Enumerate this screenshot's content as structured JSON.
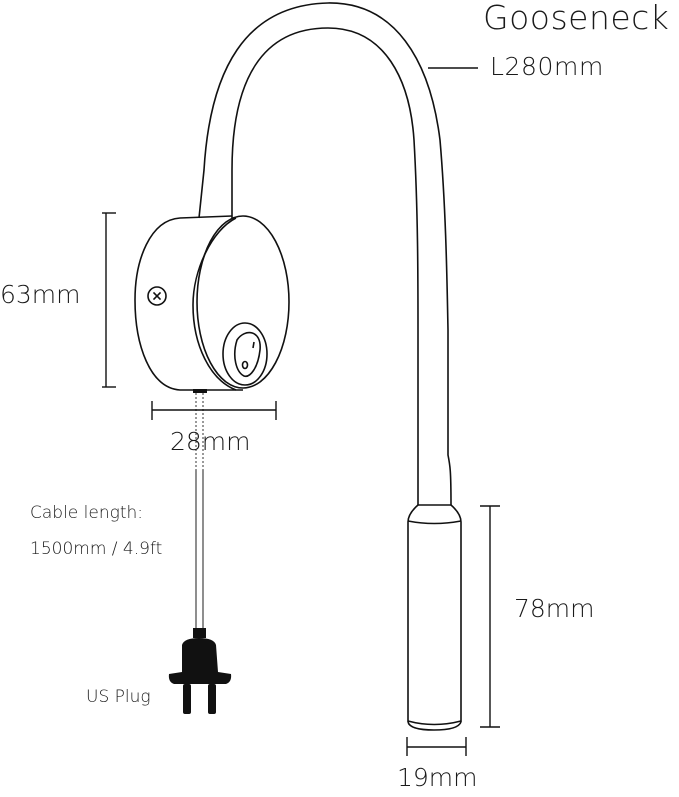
{
  "diagram": {
    "title": "Gooseneck",
    "subject": "Wall-mounted gooseneck reading lamp with rocker switch",
    "colors": {
      "line": "#111111",
      "background": "#ffffff",
      "text": "#1a1a1a"
    }
  },
  "labels": {
    "gooseneck_length": "L280mm",
    "base_height": "63mm",
    "base_depth": "28mm",
    "head_length": "78mm",
    "head_diameter": "19mm",
    "cable_label": "Cable length:",
    "cable_value": "1500mm / 4.9ft",
    "plug_type": "US Plug"
  },
  "components": [
    {
      "name": "gooseneck",
      "dimension": "L280mm"
    },
    {
      "name": "base",
      "height": "63mm",
      "depth": "28mm",
      "features": [
        "screw",
        "rocker switch (I/0)"
      ]
    },
    {
      "name": "lamp head",
      "length": "78mm",
      "diameter": "19mm"
    },
    {
      "name": "cable",
      "length": "1500mm / 4.9ft"
    },
    {
      "name": "plug",
      "type": "US Plug"
    }
  ],
  "switch": {
    "on_mark": "I",
    "off_mark": "0"
  }
}
